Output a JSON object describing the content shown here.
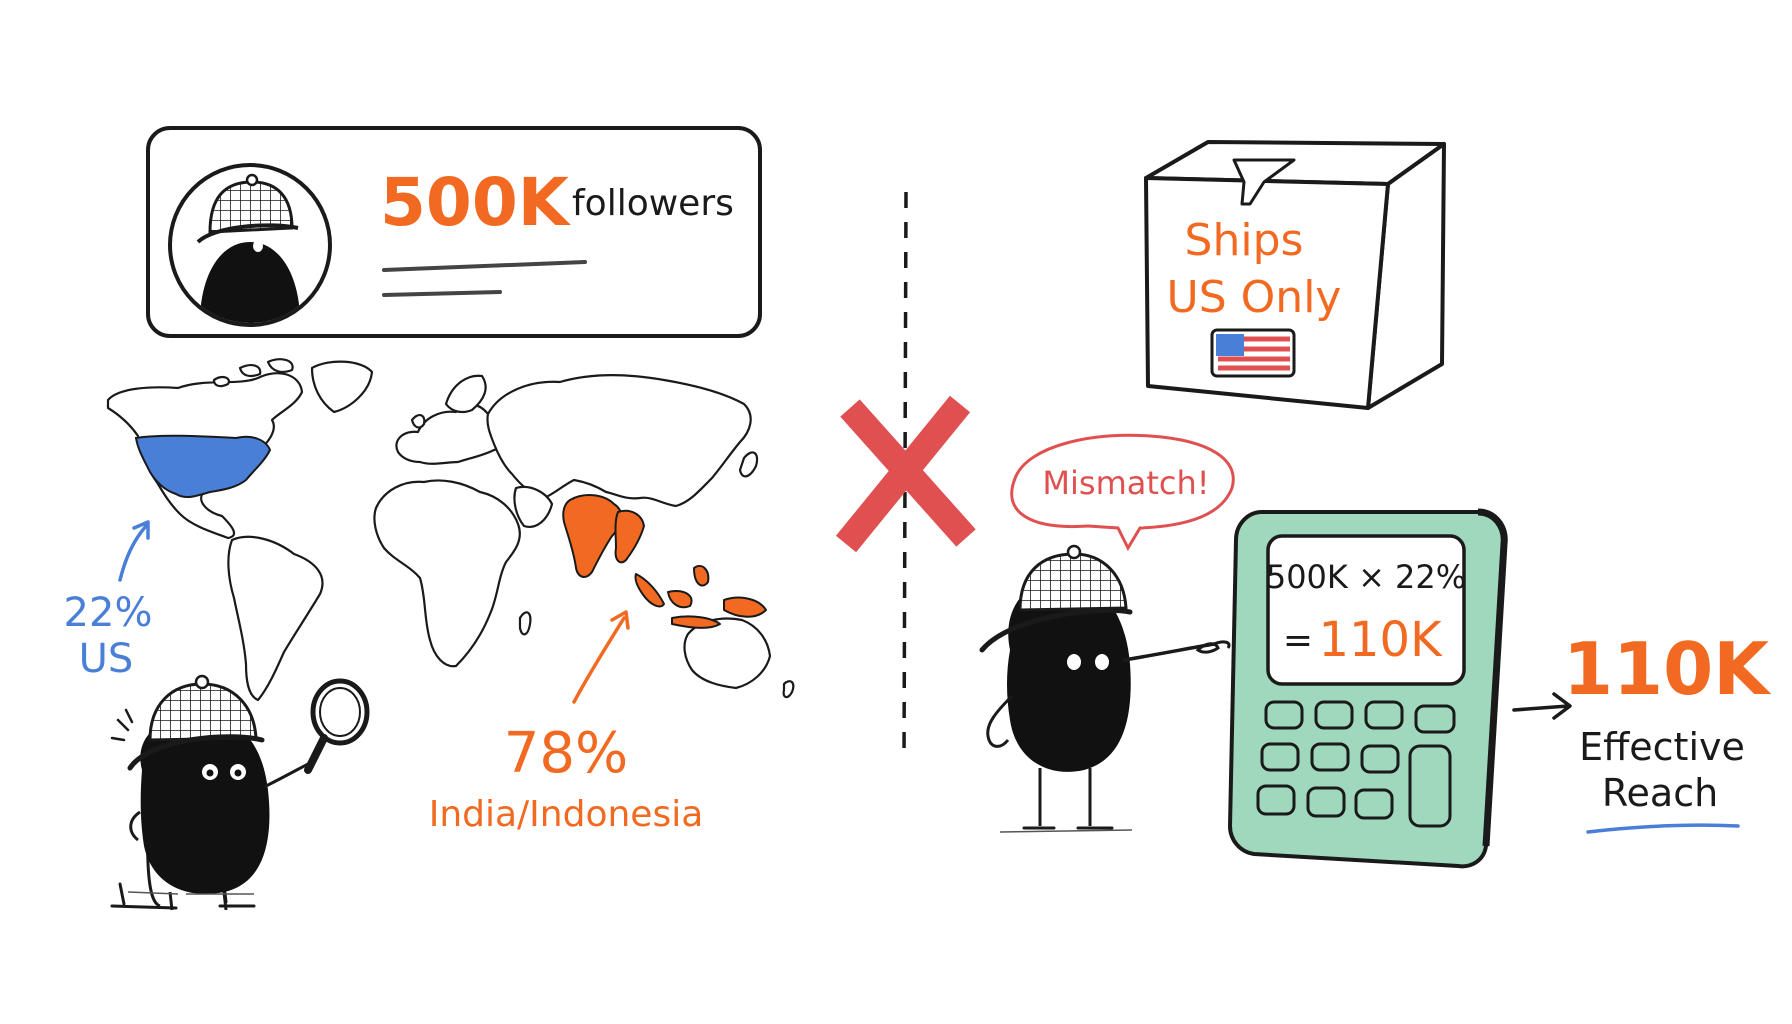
{
  "colors": {
    "ink": "#1a1a1a",
    "orange": "#f26a21",
    "blue": "#4a7fd8",
    "red": "#e05050",
    "calc_green": "#9fd8bd"
  },
  "profile": {
    "count": "500K",
    "unit": "followers"
  },
  "audience": {
    "us_percent": "22%",
    "us_label": "US",
    "asia_percent": "78%",
    "asia_label": "India/Indonesia"
  },
  "package": {
    "line1": "Ships",
    "line2": "US Only"
  },
  "speech": {
    "text": "Mismatch!"
  },
  "calculator": {
    "formula": "500K × 22%",
    "equals": "=",
    "result": "110K"
  },
  "reach": {
    "value": "110K",
    "line1": "Effective",
    "line2": "Reach"
  },
  "icons": [
    "detective-avatar-icon",
    "magnifier-icon",
    "mismatch-x-icon",
    "us-flag-icon",
    "arrow-right-icon"
  ]
}
